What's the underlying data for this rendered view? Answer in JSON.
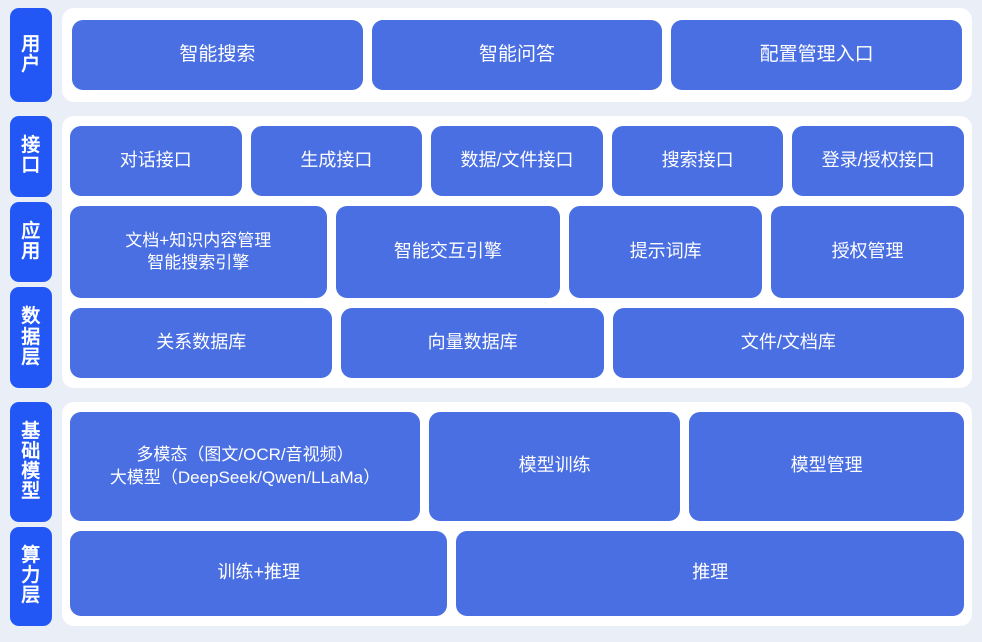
{
  "colors": {
    "page_background": "#e9eef7",
    "panel_background": "#ffffff",
    "tab_blue": "#2257f5",
    "box_blue": "#4a6fe2",
    "text_white": "#ffffff"
  },
  "sections": [
    {
      "id": "user",
      "tabs": [
        {
          "label": "用户"
        }
      ],
      "rows": [
        {
          "boxes": [
            {
              "label": "智能搜索",
              "flex": 1
            },
            {
              "label": "智能问答",
              "flex": 1
            },
            {
              "label": "配置管理入口",
              "flex": 1
            }
          ]
        }
      ]
    },
    {
      "id": "middle",
      "tabs": [
        {
          "label": "接口"
        },
        {
          "label": "应用"
        },
        {
          "label": "数据层"
        }
      ],
      "rows": [
        {
          "boxes": [
            {
              "label": "对话接口",
              "flex": 1
            },
            {
              "label": "生成接口",
              "flex": 1
            },
            {
              "label": "数据/文件接口",
              "flex": 1
            },
            {
              "label": "搜索接口",
              "flex": 1
            },
            {
              "label": "登录/授权接口",
              "flex": 1
            }
          ]
        },
        {
          "boxes": [
            {
              "label": "文档+知识内容管理\n智能搜索引擎",
              "flex": 1.36
            },
            {
              "label": "智能交互引擎",
              "flex": 1.18
            },
            {
              "label": "提示词库",
              "flex": 1
            },
            {
              "label": "授权管理",
              "flex": 1
            }
          ]
        },
        {
          "boxes": [
            {
              "label": "关系数据库",
              "flex": 1
            },
            {
              "label": "向量数据库",
              "flex": 1
            },
            {
              "label": "文件/文档库",
              "flex": 1.36
            }
          ]
        }
      ]
    },
    {
      "id": "bottom",
      "tabs": [
        {
          "label": "基础模型"
        },
        {
          "label": "算力层"
        }
      ],
      "rows": [
        {
          "boxes": [
            {
              "label": "多模态（图文/OCR/音视频）\n大模型（DeepSeek/Qwen/LLaMa）",
              "flex": 1.42
            },
            {
              "label": "模型训练",
              "flex": 1
            },
            {
              "label": "模型管理",
              "flex": 1.1
            }
          ]
        },
        {
          "boxes": [
            {
              "label": "训练+推理",
              "flex": 1
            },
            {
              "label": "推理",
              "flex": 1.36
            }
          ]
        }
      ]
    }
  ]
}
